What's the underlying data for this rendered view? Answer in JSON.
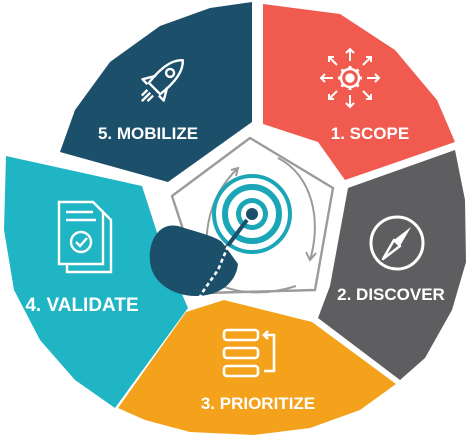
{
  "segments": [
    {
      "id": "scope",
      "label": "1. SCOPE",
      "color": "#F05A4F",
      "icon": "gear-arrows-icon"
    },
    {
      "id": "discover",
      "label": "2. DISCOVER",
      "color": "#5E5E60",
      "icon": "compass-icon"
    },
    {
      "id": "prioritize",
      "label": "3. PRIORITIZE",
      "color": "#F4A21B",
      "icon": "list-arrow-icon"
    },
    {
      "id": "validate",
      "label": "4. VALIDATE",
      "color": "#20B5C4",
      "icon": "document-check-icon"
    },
    {
      "id": "mobilize",
      "label": "5. MOBILIZE",
      "color": "#1B4F6A",
      "icon": "rocket-icon"
    }
  ],
  "center": {
    "icon": "target-dart-icon",
    "accent": "#1AA6B7",
    "dark": "#1B4F6A"
  }
}
